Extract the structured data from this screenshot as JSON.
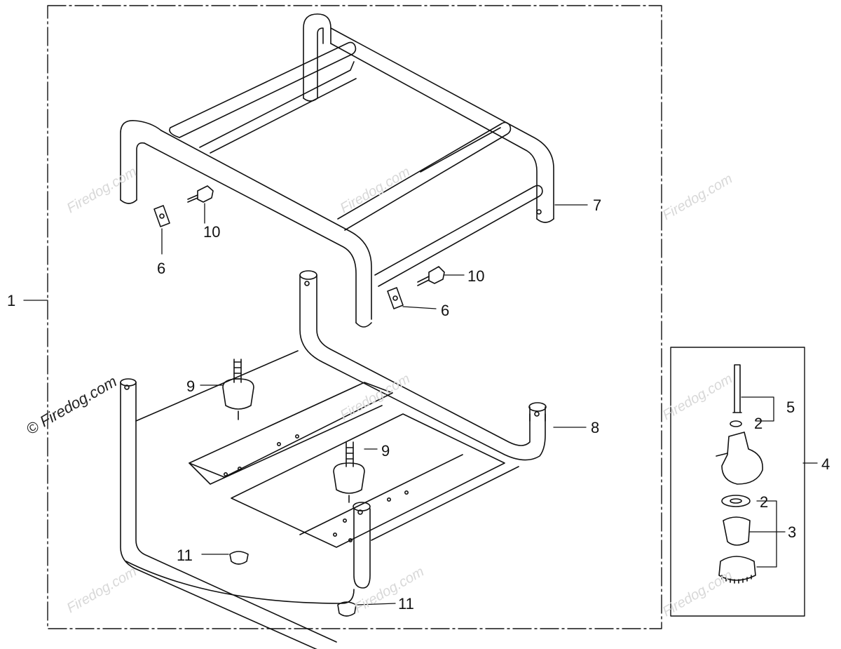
{
  "callouts": {
    "c1": "1",
    "c2a": "2",
    "c2b": "2",
    "c3": "3",
    "c4": "4",
    "c5": "5",
    "c6a": "6",
    "c6b": "6",
    "c7": "7",
    "c8": "8",
    "c9a": "9",
    "c9b": "9",
    "c10a": "10",
    "c10b": "10",
    "c11a": "11",
    "c11b": "11"
  },
  "watermark": "© Firedog.com",
  "watermark_short": "Firedog.com"
}
